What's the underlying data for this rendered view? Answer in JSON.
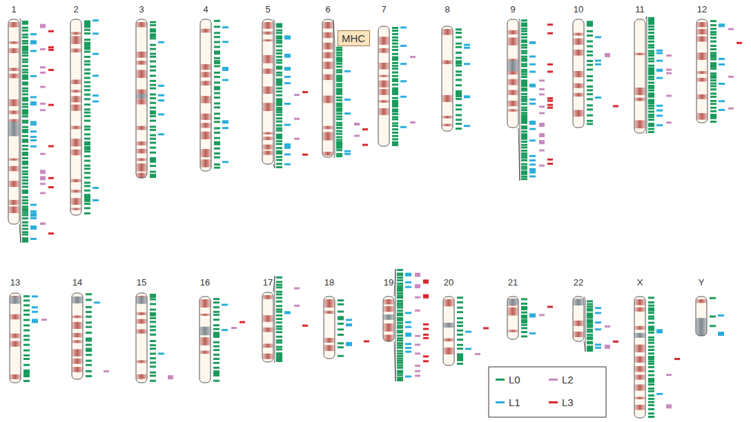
{
  "diagram": {
    "nodes": [
      {
        "text": [
          "MHC"
        ]
      }
    ],
    "labels": [
      "1",
      "2",
      "3",
      "4",
      "5",
      "6",
      "7",
      "8",
      "9",
      "10",
      "11",
      "12",
      "13",
      "14",
      "15",
      "16",
      "17",
      "18",
      "19",
      "20",
      "21",
      "22",
      "X",
      "Y"
    ],
    "legend": [
      {
        "text": "L0",
        "color": "#1a9b5c"
      },
      {
        "text": "L2",
        "color": "#c98ac0"
      },
      {
        "text": "L1",
        "color": "#2aaedc"
      },
      {
        "text": "L3",
        "color": "#d8262b"
      }
    ]
  }
}
